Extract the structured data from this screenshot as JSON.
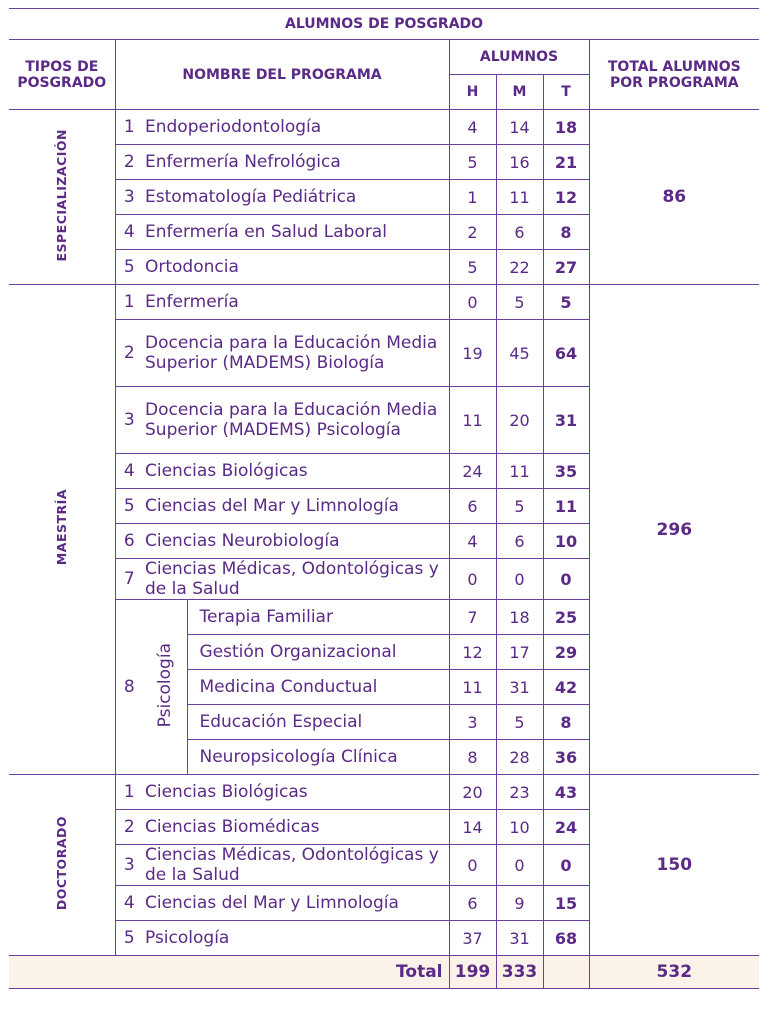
{
  "header": {
    "title": "ALUMNOS DE POSGRADO",
    "tipos": "TIPOS DE POSGRADO",
    "nombre": "NOMBRE DEL PROGRAMA",
    "alumnos": "ALUMNOS",
    "total_programa": "TOTAL ALUMNOS POR PROGRAMA",
    "h": "H",
    "m": "M",
    "t": "T"
  },
  "especializacion": {
    "label": "ESPECIALIZACIÓN",
    "total": "86",
    "rows": [
      {
        "idx": "1",
        "name": "Endoperiodontología",
        "h": "4",
        "m": "14",
        "t": "18"
      },
      {
        "idx": "2",
        "name": "Enfermería Nefrológica",
        "h": "5",
        "m": "16",
        "t": "21"
      },
      {
        "idx": "3",
        "name": "Estomatología Pediátrica",
        "h": "1",
        "m": "11",
        "t": "12"
      },
      {
        "idx": "4",
        "name": "Enfermería en Salud Laboral",
        "h": "2",
        "m": "6",
        "t": "8"
      },
      {
        "idx": "5",
        "name": "Ortodoncia",
        "h": "5",
        "m": "22",
        "t": "27"
      }
    ]
  },
  "maestria": {
    "label": "MAESTRÍA",
    "total": "296",
    "rows": [
      {
        "idx": "1",
        "name": "Enfermería",
        "h": "0",
        "m": "5",
        "t": "5"
      },
      {
        "idx": "2",
        "name": "Docencia para la Educación Media Superior (MADEMS) Biología",
        "h": "19",
        "m": "45",
        "t": "64"
      },
      {
        "idx": "3",
        "name": "Docencia para la Educación Media Superior (MADEMS) Psicología",
        "h": "11",
        "m": "20",
        "t": "31"
      },
      {
        "idx": "4",
        "name": "Ciencias Biológicas",
        "h": "24",
        "m": "11",
        "t": "35"
      },
      {
        "idx": "5",
        "name": "Ciencias del Mar y Limnología",
        "h": "6",
        "m": "5",
        "t": "11"
      },
      {
        "idx": "6",
        "name": "Ciencias Neurobiología",
        "h": "4",
        "m": "6",
        "t": "10"
      },
      {
        "idx": "7",
        "name": "Ciencias Médicas, Odontológicas y de la Salud",
        "h": "0",
        "m": "0",
        "t": "0"
      }
    ],
    "psicologia": {
      "idx": "8",
      "label": "Psicología",
      "rows": [
        {
          "name": "Terapia Familiar",
          "h": "7",
          "m": "18",
          "t": "25"
        },
        {
          "name": "Gestión Organizacional",
          "h": "12",
          "m": "17",
          "t": "29"
        },
        {
          "name": "Medicina Conductual",
          "h": "11",
          "m": "31",
          "t": "42"
        },
        {
          "name": "Educación Especial",
          "h": "3",
          "m": "5",
          "t": "8"
        },
        {
          "name": "Neuropsicología Clínica",
          "h": "8",
          "m": "28",
          "t": "36"
        }
      ]
    }
  },
  "doctorado": {
    "label": "DOCTORADO",
    "total": "150",
    "rows": [
      {
        "idx": "1",
        "name": "Ciencias Biológicas",
        "h": "20",
        "m": "23",
        "t": "43"
      },
      {
        "idx": "2",
        "name": "Ciencias Biomédicas",
        "h": "14",
        "m": "10",
        "t": "24"
      },
      {
        "idx": "3",
        "name": "Ciencias Médicas, Odontológicas y de la Salud",
        "h": "0",
        "m": "0",
        "t": "0"
      },
      {
        "idx": "4",
        "name": "Ciencias del Mar y Limnología",
        "h": "6",
        "m": "9",
        "t": "15"
      },
      {
        "idx": "5",
        "name": "Psicología",
        "h": "37",
        "m": "31",
        "t": "68"
      }
    ]
  },
  "totals": {
    "label": "Total",
    "h": "199",
    "m": "333",
    "grand": "532"
  }
}
